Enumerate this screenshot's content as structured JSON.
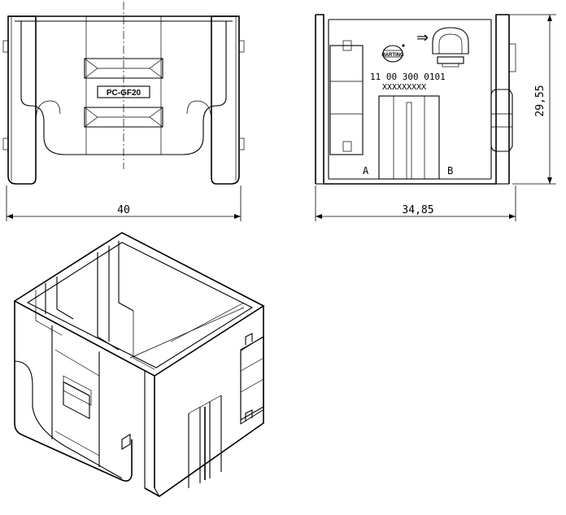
{
  "front_view": {
    "label": "PC-GF20",
    "width_dim": "40"
  },
  "rear_view": {
    "logo": "HARTING",
    "part_number": "11 00 300 0101",
    "serial": "XXXXXXXXX",
    "side_a": "A",
    "side_b": "B",
    "width_dim": "34,85",
    "height_dim": "29,55"
  }
}
